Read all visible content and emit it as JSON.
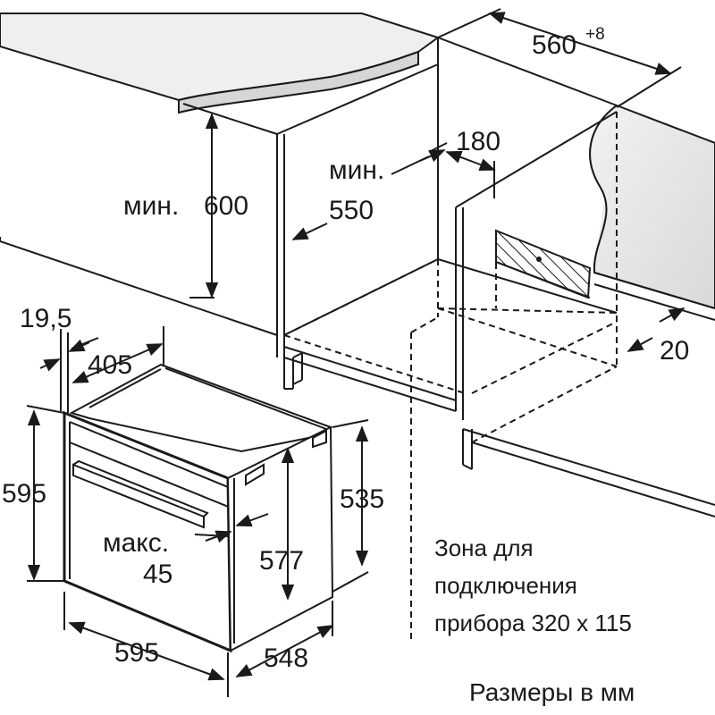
{
  "diagram": {
    "dimensions": {
      "niche_width": "560",
      "niche_width_tolerance": "+8",
      "vent_depth": "180",
      "min_height_label": "мин.",
      "min_height_value": "600",
      "min_depth_label": "мин.",
      "min_depth_value": "550",
      "offset_20": "20",
      "front_offset": "19,5",
      "depth_405": "405",
      "height_595": "595",
      "height_535": "535",
      "height_577": "577",
      "max_label": "макс.",
      "max_value": "45",
      "width_595": "595",
      "depth_548": "548"
    },
    "notes": {
      "zone_line1": "Зона для",
      "zone_line2": "подключения",
      "zone_line3": "прибора 320 x 115",
      "units": "Размеры в мм"
    }
  }
}
